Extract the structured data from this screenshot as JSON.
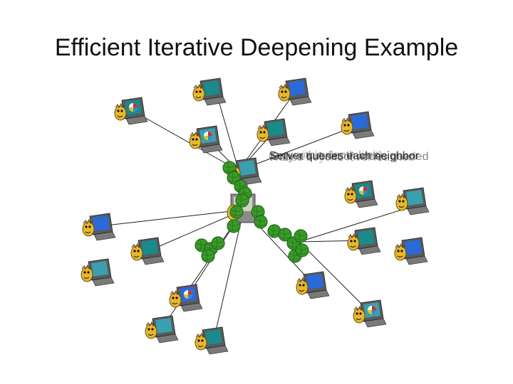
{
  "slide": {
    "title": "Efficient Iterative Deepening Example"
  },
  "overlay_texts": [
    "Server queries each neighbor",
    "Only a subset of nodes queried",
    "(e.g. within depth limit)",
    "Nodes beyond level reached"
  ],
  "colors": {
    "edge": "#222222",
    "node_green": "#3a9a2a",
    "node_dark": "#1f6a16",
    "monitor": "#4a4a4a",
    "screen_teal": "#1a8a8a",
    "face_yellow": "#e8b82a",
    "face_dark": "#6a4a12"
  },
  "icons": [
    "computer-icon",
    "green-query-node"
  ]
}
